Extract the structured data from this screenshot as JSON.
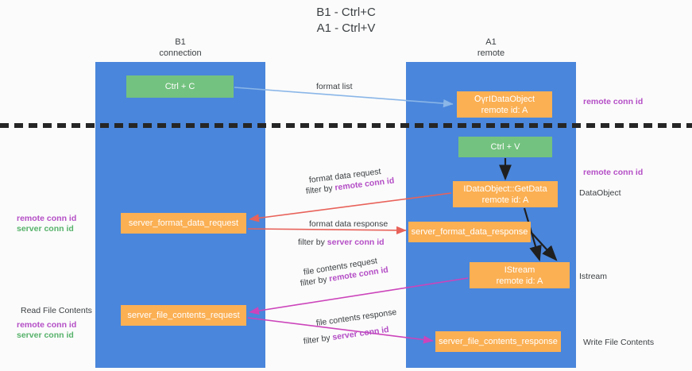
{
  "title": {
    "line1": "B1 - Ctrl+C",
    "line2": "A1 - Ctrl+V"
  },
  "columns": {
    "left": {
      "name": "B1",
      "role": "connection"
    },
    "right": {
      "name": "A1",
      "role": "remote"
    }
  },
  "nodes": {
    "ctrl_c": {
      "label": "Ctrl + C",
      "color": "#74c27f"
    },
    "dataobject_top": {
      "line1": "ՕүгІDataObject",
      "line2": "remote id: A",
      "color": "#fbb054"
    },
    "ctrl_v": {
      "label": "Ctrl + V",
      "color": "#74c27f"
    },
    "getdata": {
      "line1": "IDataObject::GetData",
      "line2": "remote id: A",
      "color": "#fbb054"
    },
    "server_format_data_request": {
      "label": "server_format_data_request",
      "color": "#fbb054"
    },
    "server_format_data_response": {
      "label": "server_format_data_response",
      "color": "#fbb054"
    },
    "istream": {
      "line1": "IStream",
      "line2": "remote id: A",
      "color": "#fbb054"
    },
    "server_file_contents_request": {
      "label": "server_file_contents_request",
      "color": "#fbb054"
    },
    "server_file_contents_response": {
      "label": "server_file_contents_response",
      "color": "#fbb054"
    }
  },
  "edge_labels": {
    "format_list": "format list",
    "format_data_request": "format data request",
    "format_data_request_filter_prefix": "filter by ",
    "format_data_request_filter_key": "remote conn id",
    "format_data_response": "format data response",
    "format_data_response_filter_prefix": "filter by ",
    "format_data_response_filter_key": "server conn id",
    "file_contents_request": "file contents request",
    "file_contents_request_filter_prefix": "filter by ",
    "file_contents_request_filter_key": "remote conn id",
    "file_contents_response": "file contents response",
    "file_contents_response_filter_prefix": "filter by ",
    "file_contents_response_filter_key": "server conn id"
  },
  "annotations": {
    "right_remote_conn_id_top": "remote conn id",
    "right_remote_conn_id_mid": "remote conn id",
    "right_dataobject": "DataObject",
    "right_istream": "Istream",
    "right_write_file_contents": "Write File Contents",
    "left_remote_conn_id_1": "remote conn id",
    "left_server_conn_id_1": "server conn id",
    "left_read_file_contents": "Read File Contents",
    "left_remote_conn_id_2": "remote conn id",
    "left_server_conn_id_2": "server conn id"
  },
  "colors": {
    "lane": "#4a86db",
    "green_node": "#74c27f",
    "orange_node": "#fbb054",
    "purple_text": "#b44ec6",
    "green_text": "#56b26a",
    "arrow_blue": "#8ab6e8",
    "arrow_red": "#e8625a",
    "arrow_magenta": "#cc44bb",
    "arrow_black": "#1f1f1f",
    "divider": "#262626"
  }
}
